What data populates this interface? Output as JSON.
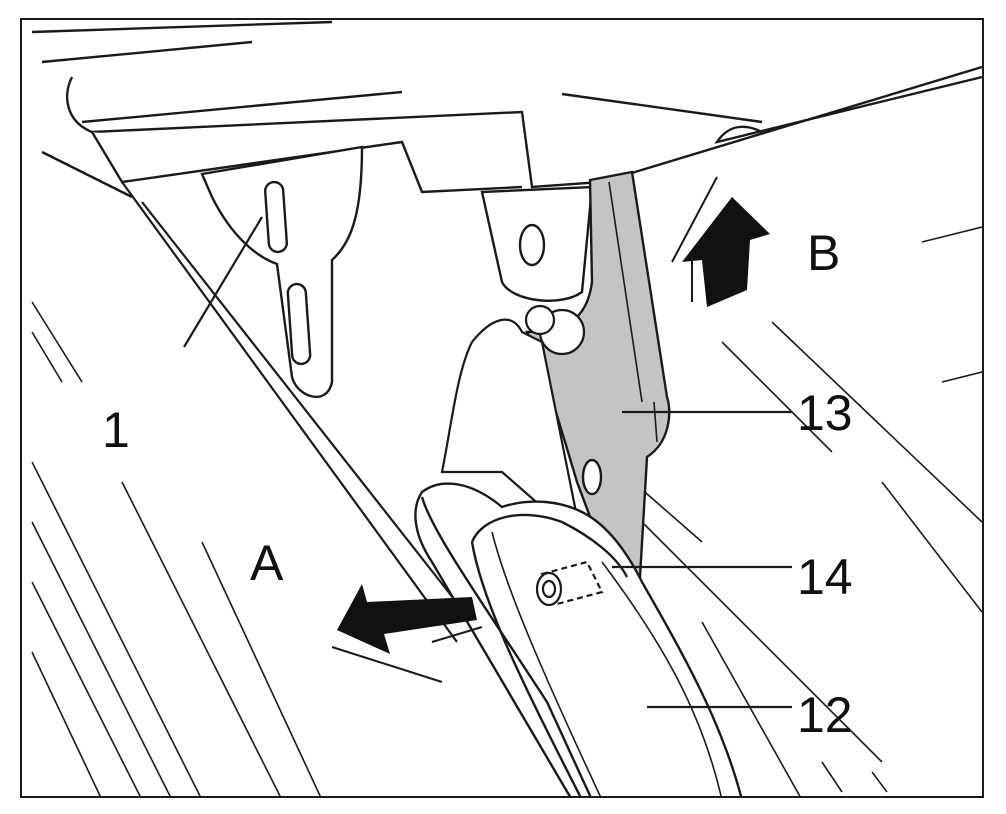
{
  "callouts": {
    "part_1": "1",
    "part_13": "13",
    "part_14": "14",
    "part_12": "12",
    "direction_a": "A",
    "direction_b": "B"
  },
  "colors": {
    "line": "#1a1a1a",
    "hinge_plate": "#c4c4c4",
    "arrow": "#111111",
    "background": "#ffffff"
  }
}
